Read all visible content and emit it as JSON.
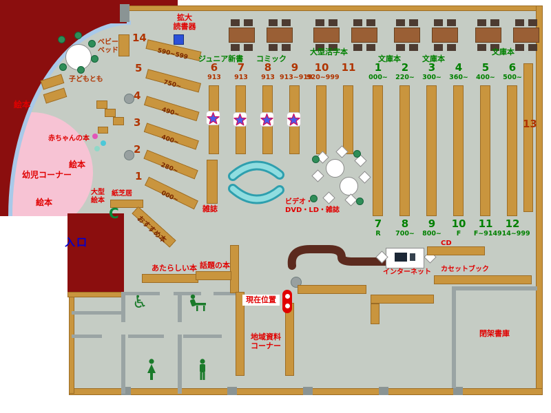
{
  "colors": {
    "floor": "#c5ccc4",
    "wall_wood": "#c9953e",
    "exterior_red": "#8b0e0e",
    "label_red": "#e00000",
    "label_green": "#008000",
    "label_maroon": "#b03400",
    "entrance_blue": "#0000d0",
    "toddler_pink": "#f7c3d4",
    "bench_cyan": "#8fdde0",
    "counter_brown": "#5c2a1e",
    "toilet_green": "#1a7a2a"
  },
  "labels": {
    "magnifier": [
      "拡大",
      "読書器"
    ],
    "junior_shinsho": "ジュニア新書",
    "comic": "コミック",
    "large_print": "大型活字本",
    "bunko_a": "文庫本",
    "bunko_b": "文庫本",
    "bunko_c": "文庫本",
    "baby_bed": [
      "ベビー",
      "ベッド"
    ],
    "kodomonotomo": "子どもとも",
    "baby_books": "赤ちゃんの本",
    "picture_books_a": "絵本",
    "picture_books_b": "絵本",
    "picture_books_c": "絵本",
    "toddler_corner": "幼児コーナー",
    "large_picture_books": [
      "大型",
      "絵本"
    ],
    "kamishibai": "紙芝居",
    "c_symbol": "C",
    "recommended": "おすすめ本",
    "entrance": "入口",
    "new_books": "あたらしい本",
    "topic_books": "話題の本",
    "magazines": "雑誌",
    "video_corner": [
      "ビデオ・",
      "DVD・LD・雑誌"
    ],
    "current_location": "現在位置",
    "local_materials": [
      "地域資料",
      "コーナー"
    ],
    "internet": "インターネット",
    "cassette_books": "カセットブック",
    "cd": "CD",
    "closed_stacks": "閉架書庫",
    "shelf_13": "13"
  },
  "left_shelves": [
    {
      "num": "14",
      "range": "590~599"
    },
    {
      "num": "5",
      "range": "750~"
    },
    {
      "num": "4",
      "range": "490~"
    },
    {
      "num": "3",
      "range": "400~"
    },
    {
      "num": "2",
      "range": "280~"
    },
    {
      "num": "1",
      "range": "000~"
    }
  ],
  "mid_shelves": [
    {
      "num": "6",
      "code": "913"
    },
    {
      "num": "7",
      "code": "913"
    },
    {
      "num": "8",
      "code": "913"
    },
    {
      "num": "9",
      "code": "913~919"
    },
    {
      "num": "10",
      "code": "920~999"
    },
    {
      "num": "11",
      "code": ""
    }
  ],
  "right_top_shelves": [
    {
      "num": "1",
      "code": "000~"
    },
    {
      "num": "2",
      "code": "220~"
    },
    {
      "num": "3",
      "code": "300~"
    },
    {
      "num": "4",
      "code": "360~"
    },
    {
      "num": "5",
      "code": "400~"
    },
    {
      "num": "6",
      "code": "500~"
    }
  ],
  "right_bottom_shelves": [
    {
      "num": "7",
      "code": "R"
    },
    {
      "num": "8",
      "code": "700~"
    },
    {
      "num": "9",
      "code": "800~"
    },
    {
      "num": "10",
      "code": "F"
    },
    {
      "num": "11",
      "code": "F~914"
    },
    {
      "num": "12",
      "code": "914~999"
    }
  ]
}
